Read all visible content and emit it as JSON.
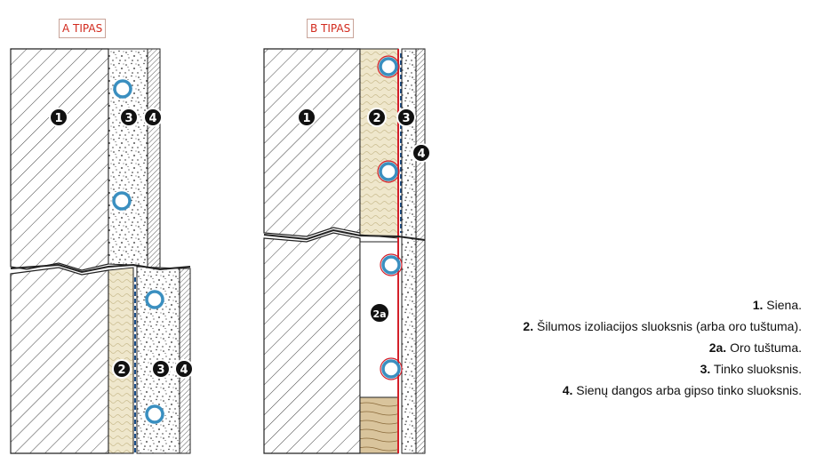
{
  "panels": {
    "a": {
      "title": "A TIPAS"
    },
    "b": {
      "title": "B TIPAS"
    }
  },
  "markers": {
    "m1": "1",
    "m2": "2",
    "m2a": "2a",
    "m3": "3",
    "m4": "4"
  },
  "legend": [
    {
      "num": "1.",
      "text": "Siena."
    },
    {
      "num": "2.",
      "text": "Šilumos izoliacijos sluoksnis (arba oro tuštuma)."
    },
    {
      "num": "2a.",
      "text": "Oro tuštuma."
    },
    {
      "num": "3.",
      "text": "Tinko sluoksnis."
    },
    {
      "num": "4.",
      "text": "Sienų dangos arba gipso tinko sluoksnis."
    }
  ],
  "colors": {
    "pipe": "#3a8fc0",
    "film": "#d4202a",
    "insulation": "#efe7cc",
    "wood": "#d9c49c"
  }
}
